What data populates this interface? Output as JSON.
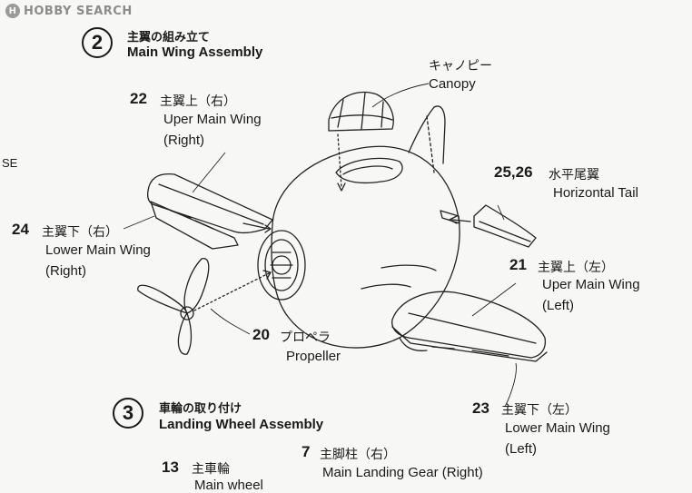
{
  "watermark": {
    "logo": "H",
    "text": "HOBBY SEARCH"
  },
  "edge_text": "SE",
  "steps": [
    {
      "number": "2",
      "jp": "主翼の組み立て",
      "en": "Main Wing Assembly"
    },
    {
      "number": "3",
      "jp": "車輪の取り付け",
      "en": "Landing Wheel Assembly"
    }
  ],
  "parts": {
    "canopy": {
      "jp": "キャノピー",
      "en": "Canopy"
    },
    "p22": {
      "num": "22",
      "jp": "主翼上（右）",
      "en1": "Uper Main Wing",
      "en2": "(Right)"
    },
    "p24": {
      "num": "24",
      "jp": "主翼下（右）",
      "en1": "Lower Main Wing",
      "en2": "(Right)"
    },
    "p2526": {
      "num": "25,26",
      "jp": "水平尾翼",
      "en": "Horizontal Tail"
    },
    "p21": {
      "num": "21",
      "jp": "主翼上（左）",
      "en1": "Uper Main Wing",
      "en2": "(Left)"
    },
    "p20": {
      "num": "20",
      "jp": "プロペラ",
      "en": "Propeller"
    },
    "p23": {
      "num": "23",
      "jp": "主翼下（左）",
      "en1": "Lower Main Wing",
      "en2": "(Left)"
    },
    "p13": {
      "num": "13",
      "jp": "主車輪",
      "en": "Main wheel"
    },
    "p7": {
      "num": "7",
      "jp": "主脚柱（右）",
      "en": "Main Landing Gear (Right)"
    }
  }
}
